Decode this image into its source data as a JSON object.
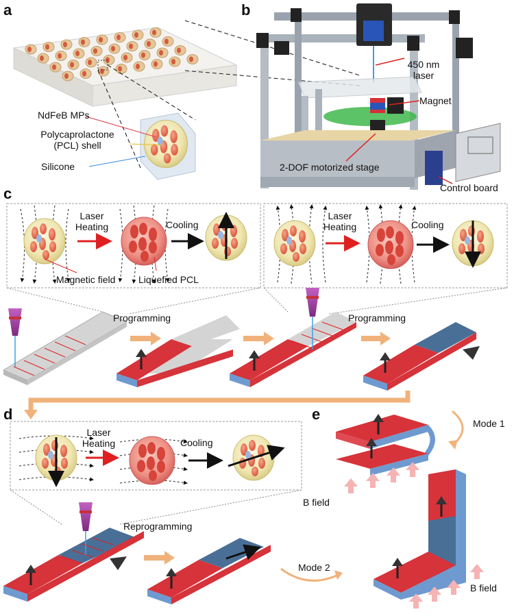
{
  "panels": {
    "a": "a",
    "b": "b",
    "c": "c",
    "d": "d",
    "e": "e"
  },
  "panel_a": {
    "particles": "NdFeB  MPs",
    "shell": "Polycaprolactone (PCL) shell",
    "shell_line1": "Polycaprolactone",
    "shell_line2": "(PCL) shell",
    "matrix": "Silicone"
  },
  "panel_b": {
    "laser_line1": "450 nm",
    "laser_line2": "laser",
    "magnet": "Magnet",
    "stage": "2-DOF motorized stage",
    "board": "Control board"
  },
  "panel_c": {
    "laser_heating_line1": "Laser",
    "laser_heating_line2": "Heating",
    "cooling": "Cooling",
    "magnetic_field": "Magnetic field",
    "liquefied": "Liquefied PCL",
    "programming": "Programming"
  },
  "panel_d": {
    "laser_heating_line1": "Laser",
    "laser_heating_line2": "Heating",
    "cooling": "Cooling",
    "reprogramming": "Reprogramming",
    "mode2": "Mode 2"
  },
  "panel_e": {
    "mode1": "Mode 1",
    "bfield": "B field"
  },
  "colors": {
    "red_layer": "#d9363e",
    "blue_layer": "#5b8fc9",
    "steel_blue": "#4a6f97",
    "grey_layer": "#c9c9c9",
    "arrow_orange": "#f0b27a",
    "arrow_pink": "#f5b3b3",
    "laser_purple": "#9b3a9b",
    "particle_shell": "#f2ecc0"
  }
}
